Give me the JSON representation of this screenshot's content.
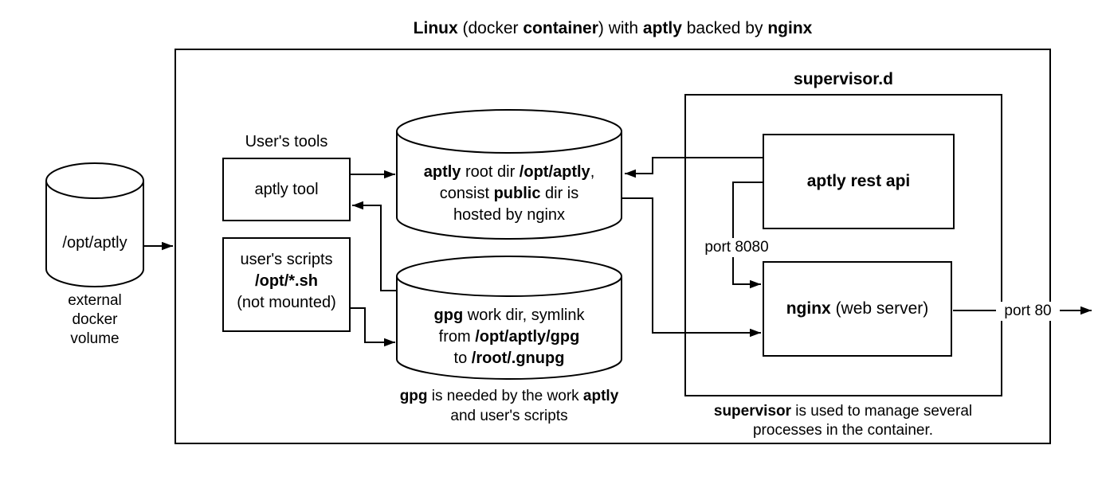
{
  "title": {
    "b1": "Linux",
    "t1": " (docker ",
    "b2": "container",
    "t2": ") with ",
    "b3": "aptly",
    "t3": " backed by ",
    "b4": "nginx"
  },
  "external_volume": {
    "name": "/opt/aptly",
    "caption_line1": "external",
    "caption_line2": "docker",
    "caption_line3": "volume"
  },
  "users_tools": {
    "heading": "User's tools",
    "aptly_tool_label": "aptly tool",
    "scripts_line1": "user's scripts",
    "scripts_line2": "/opt/*.sh",
    "scripts_line3": "(not mounted)"
  },
  "aptly_root_store": {
    "l1_b1": "aptly",
    "l1_t1": " root dir ",
    "l1_b2": "/opt/aptly",
    "l1_t2": ",",
    "l2_t1": "consist ",
    "l2_b1": "public",
    "l2_t2": " dir is",
    "l3_t1": "hosted by nginx"
  },
  "gpg_store": {
    "l1_b1": "gpg",
    "l1_t1": " work dir, symlink",
    "l2_t1": "from ",
    "l2_b1": "/opt/aptly/gpg",
    "l3_t1": "to ",
    "l3_b1": "/root/.gnupg"
  },
  "gpg_caption": {
    "l1_b1": "gpg",
    "l1_t1": " is needed by the work ",
    "l1_b2": "aptly",
    "l2_t1": "and user's scripts"
  },
  "supervisor": {
    "heading": "supervisor.d",
    "rest_api_label": "aptly rest api",
    "nginx_b1": "nginx",
    "nginx_t1": " (web server)",
    "port_8080_label": "port 8080",
    "port_80_label": "port 80"
  },
  "supervisor_caption": {
    "l1_b1": "supervisor",
    "l1_t1": " is used to manage several",
    "l2_t1": "processes in the container."
  },
  "colors": {
    "stroke": "#000000",
    "background": "#ffffff"
  }
}
